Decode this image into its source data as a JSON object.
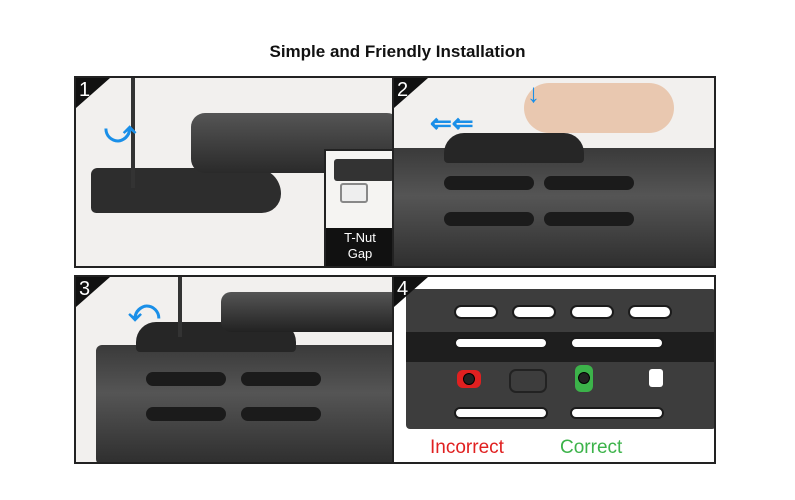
{
  "title": "Simple and Friendly Installation",
  "steps": [
    {
      "number": "1",
      "inset_label_line1": "T-Nut",
      "inset_label_line2": "Gap"
    },
    {
      "number": "2"
    },
    {
      "number": "3"
    },
    {
      "number": "4",
      "incorrect_label": "Incorrect",
      "correct_label": "Correct"
    }
  ],
  "colors": {
    "arrow": "#1a8fe8",
    "incorrect": "#e02020",
    "correct": "#3cb34a"
  }
}
